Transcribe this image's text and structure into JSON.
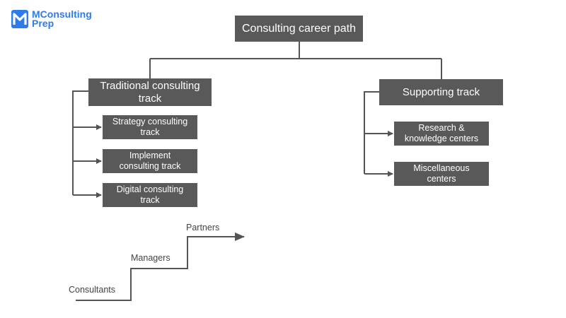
{
  "logo": {
    "line1": "MConsulting",
    "line2": "Prep",
    "color": "#2f7be8"
  },
  "root": {
    "label": "Consulting career path"
  },
  "traditional": {
    "label_lines": [
      "Traditional consulting",
      "track"
    ],
    "children": [
      {
        "lines": [
          "Strategy consulting",
          "track"
        ]
      },
      {
        "lines": [
          "Implement",
          "consulting track"
        ]
      },
      {
        "lines": [
          "Digital consulting",
          "track"
        ]
      }
    ]
  },
  "supporting": {
    "label": "Supporting track",
    "children": [
      {
        "lines": [
          "Research &",
          "knowledge centers"
        ]
      },
      {
        "lines": [
          "Miscellaneous",
          "centers"
        ]
      }
    ]
  },
  "career_ladder": {
    "steps": [
      "Consultants",
      "Managers",
      "Partners"
    ]
  },
  "colors": {
    "box_fill": "#595959",
    "box_text": "#ffffff",
    "connector": "#555555"
  }
}
